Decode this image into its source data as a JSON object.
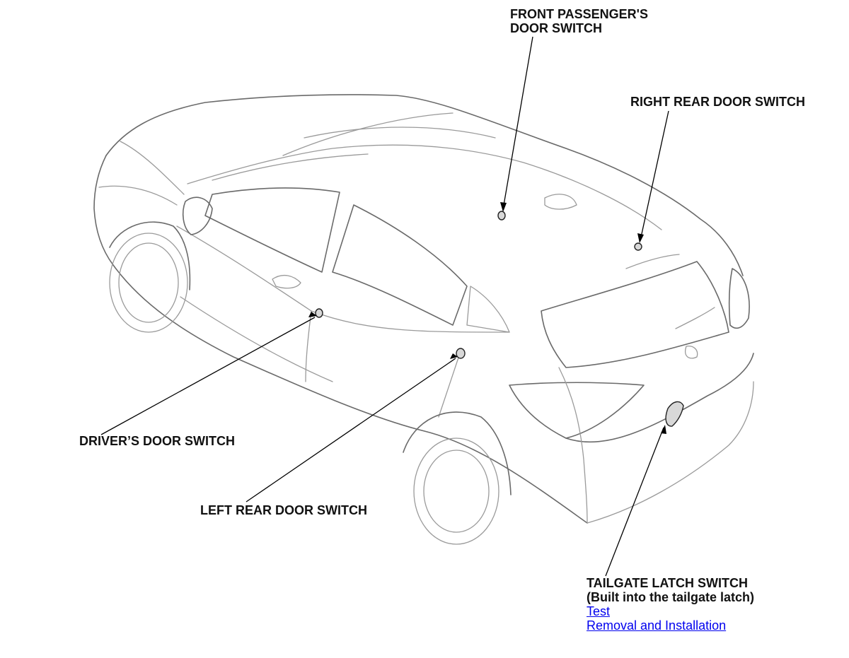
{
  "callouts": {
    "front_passenger": {
      "line1": "FRONT PASSENGER'S",
      "line2": "DOOR SWITCH"
    },
    "right_rear": {
      "label": "RIGHT REAR DOOR SWITCH"
    },
    "driver": {
      "label": "DRIVER’S DOOR SWITCH"
    },
    "left_rear": {
      "label": "LEFT REAR DOOR SWITCH"
    },
    "tailgate": {
      "line1": "TAILGATE LATCH SWITCH",
      "line2": "(Built into the tailgate latch)",
      "links": [
        "Test",
        "Removal and Installation"
      ]
    }
  },
  "colors": {
    "link": "#0000ee",
    "text": "#111111",
    "outline": "#9a9a9a"
  }
}
